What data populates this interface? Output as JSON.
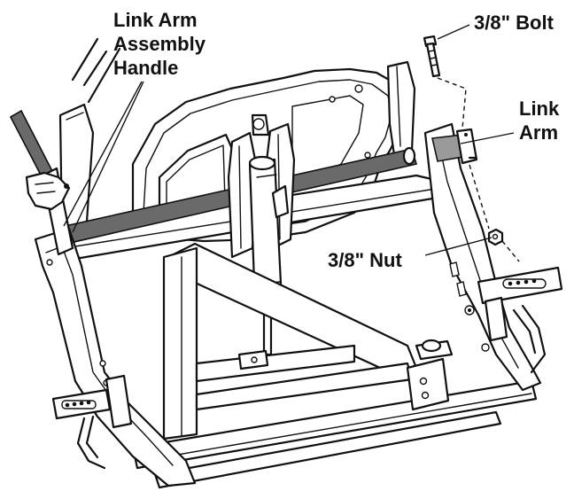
{
  "labels": {
    "link_arm_handle": [
      "Link Arm",
      "Assembly",
      "Handle"
    ],
    "bolt": "3/8\" Bolt",
    "link_arm": [
      "Link",
      "Arm"
    ],
    "nut": "3/8\" Nut"
  }
}
